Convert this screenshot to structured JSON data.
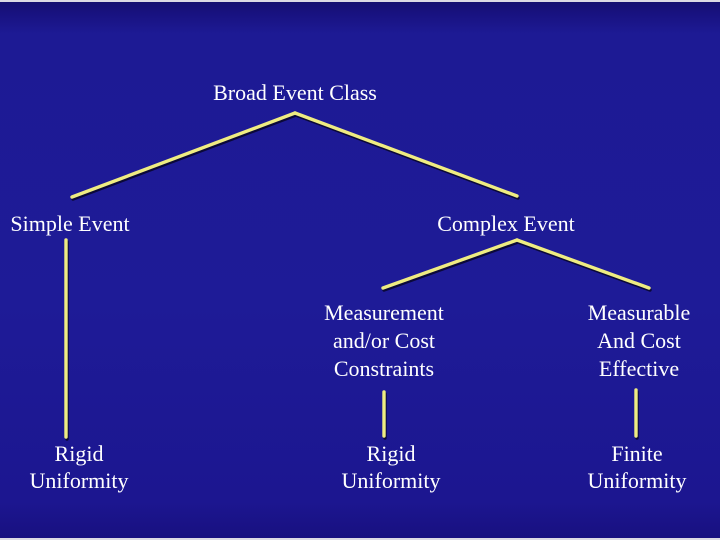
{
  "slide": {
    "background_color": "#1E1B97",
    "background_top_band_color": "#18117E",
    "edge_strip_color": "#DCDAE4",
    "connector_color": "#EFEC82",
    "text_color": "#FFFFFF"
  },
  "nodes": {
    "root": {
      "label": "Broad Event Class"
    },
    "simple_event": {
      "label": "Simple Event"
    },
    "complex_event": {
      "label": "Complex Event"
    },
    "measurement_constraints": {
      "line1": "Measurement",
      "line2": "and/or Cost",
      "line3": "Constraints"
    },
    "measurable_cost_effective": {
      "line1": "Measurable",
      "line2": "And Cost",
      "line3": "Effective"
    },
    "rigid_uniformity_left": {
      "line1": "Rigid",
      "line2": "Uniformity"
    },
    "rigid_uniformity_middle": {
      "line1": "Rigid",
      "line2": "Uniformity"
    },
    "finite_uniformity": {
      "line1": "Finite",
      "line2": "Uniformity"
    }
  },
  "edges": [
    {
      "from": "Broad Event Class",
      "to": "Simple Event"
    },
    {
      "from": "Broad Event Class",
      "to": "Complex Event"
    },
    {
      "from": "Complex Event",
      "to": "Measurement and/or Cost Constraints"
    },
    {
      "from": "Complex Event",
      "to": "Measurable And Cost Effective"
    },
    {
      "from": "Simple Event",
      "to": "Rigid Uniformity"
    },
    {
      "from": "Measurement and/or Cost Constraints",
      "to": "Rigid Uniformity"
    },
    {
      "from": "Measurable And Cost Effective",
      "to": "Finite Uniformity"
    }
  ]
}
